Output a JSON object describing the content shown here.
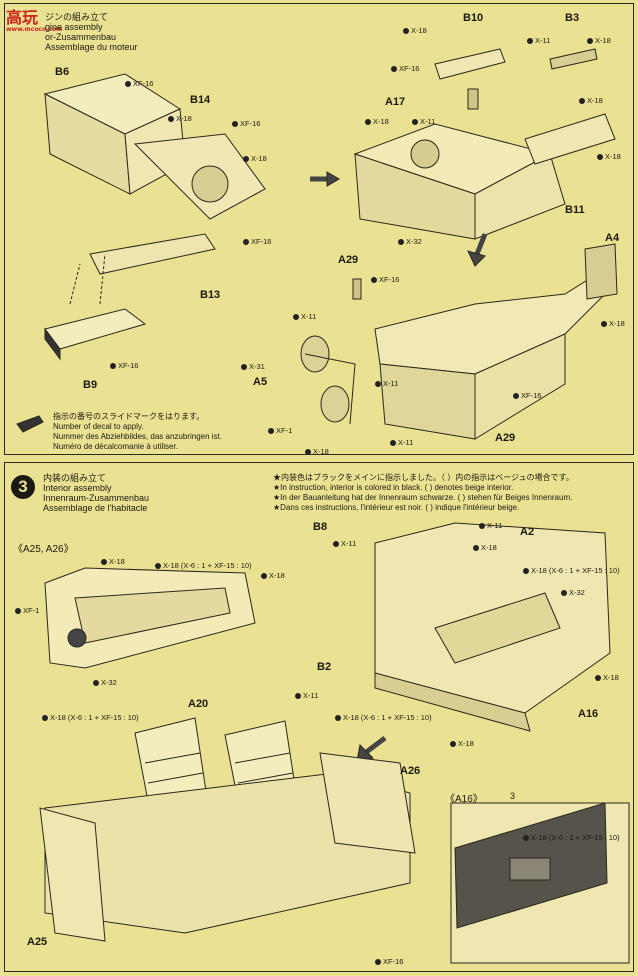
{
  "watermark": {
    "logo_text": "高玩",
    "site": "www.mcoco.com"
  },
  "step2": {
    "title_jp": "ジンの組み立て",
    "title_de": "or-Zusammenbau",
    "title_en": "gine assembly",
    "title_fr": "Assemblage du moteur",
    "parts": {
      "B6": "B6",
      "B14": "B14",
      "B13": "B13",
      "B9": "B9",
      "B10": "B10",
      "B3": "B3",
      "A17": "A17",
      "B11": "B11",
      "A4": "A4",
      "A29a": "A29",
      "A29b": "A29",
      "A5": "A5"
    },
    "codes": {
      "xf16": "XF-16",
      "x18": "X-18",
      "x11": "X-11",
      "x32": "X-32",
      "x31": "X-31",
      "xf1": "XF-1"
    },
    "decal_note": {
      "jp": "指示の番号のスライドマークをはります。",
      "en": "Number of decal to apply.",
      "de": "Nummer des Abziehbildes, das anzubringen ist.",
      "fr": "Numéro de décalcomanie à utiliser."
    }
  },
  "step3": {
    "number": "3",
    "title_jp": "内装の組み立て",
    "title_en": "Interior assembly",
    "title_de": "Innenraum-Zusammenbau",
    "title_fr": "Assemblage de l'habitacle",
    "color_note": [
      "★内装色はブラックをメインに指示しました。（ ）内の指示はベージュの場合です。",
      "★In instruction, interior is colored in black. ( ) denotes beige interior.",
      "★In der Bauanleitung hat der Innenraum schwarze. ( ) stehen für Beiges Innenraum.",
      "★Dans ces instructions, l'intérieur est noir. ( ) indique l'intérieur beige."
    ],
    "door_group": "《A25, A26》",
    "a16_group": "《A16》",
    "parts": {
      "B8": "B8",
      "A2": "A2",
      "B2": "B2",
      "A16": "A16",
      "A20": "A20",
      "A26": "A26",
      "A25": "A25"
    },
    "mix": "X-18 (X-6 : 1 + XF-15 : 10)",
    "codes": {
      "x18": "X-18",
      "x11": "X-11",
      "x32": "X-32",
      "xf1": "XF-1",
      "xf16": "XF-16"
    },
    "decal_ref": "3"
  }
}
